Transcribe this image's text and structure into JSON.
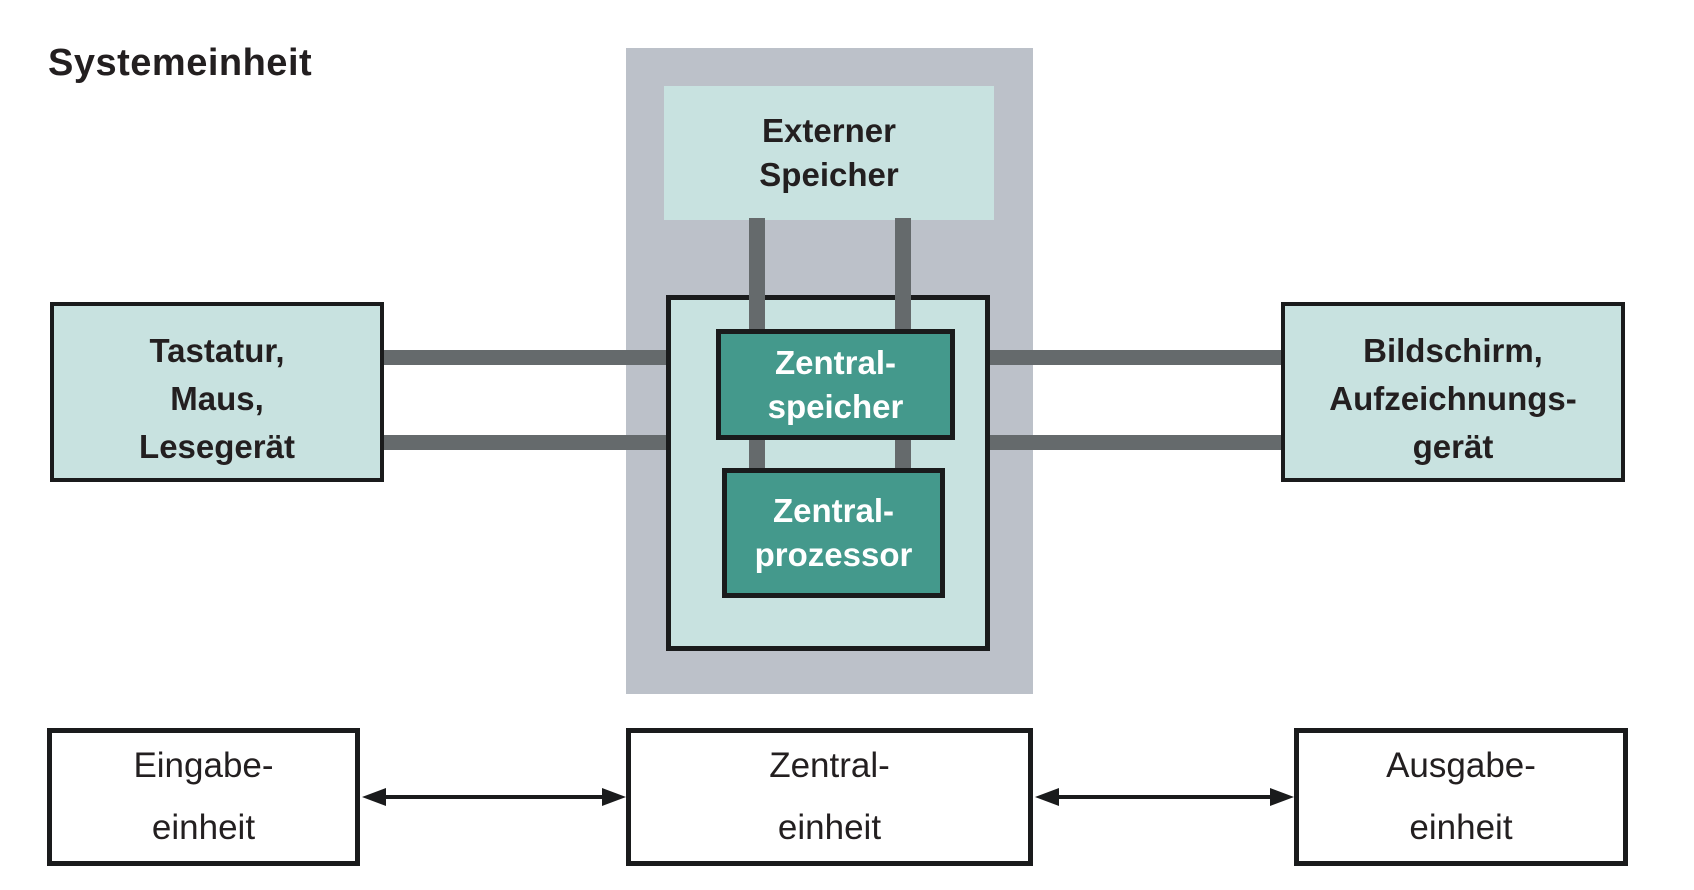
{
  "title": "Systemeinheit",
  "boxes": {
    "external_storage": {
      "line1": "Externer",
      "line2": "Speicher"
    },
    "central_memory": {
      "line1": "Zentral-",
      "line2": "speicher"
    },
    "central_processor": {
      "line1": "Zentral-",
      "line2": "prozessor"
    },
    "input_devices": {
      "line1": "Tastatur,",
      "line2": "Maus,",
      "line3": "Lesegerät"
    },
    "output_devices": {
      "line1": "Bildschirm,",
      "line2": "Aufzeichnungs-",
      "line3": "gerät"
    },
    "input_unit": {
      "line1": "Eingabe-",
      "line2": "einheit"
    },
    "central_unit": {
      "line1": "Zentral-",
      "line2": "einheit"
    },
    "output_unit": {
      "line1": "Ausgabe-",
      "line2": "einheit"
    }
  },
  "colors": {
    "light_teal": "#c8e2e0",
    "dark_teal": "#44998c",
    "container_gray": "#bcc1c9",
    "bus_gray": "#656a6c",
    "border_black": "#1a1b1c",
    "text_dark": "#231f20",
    "text_light": "#ffffff"
  }
}
